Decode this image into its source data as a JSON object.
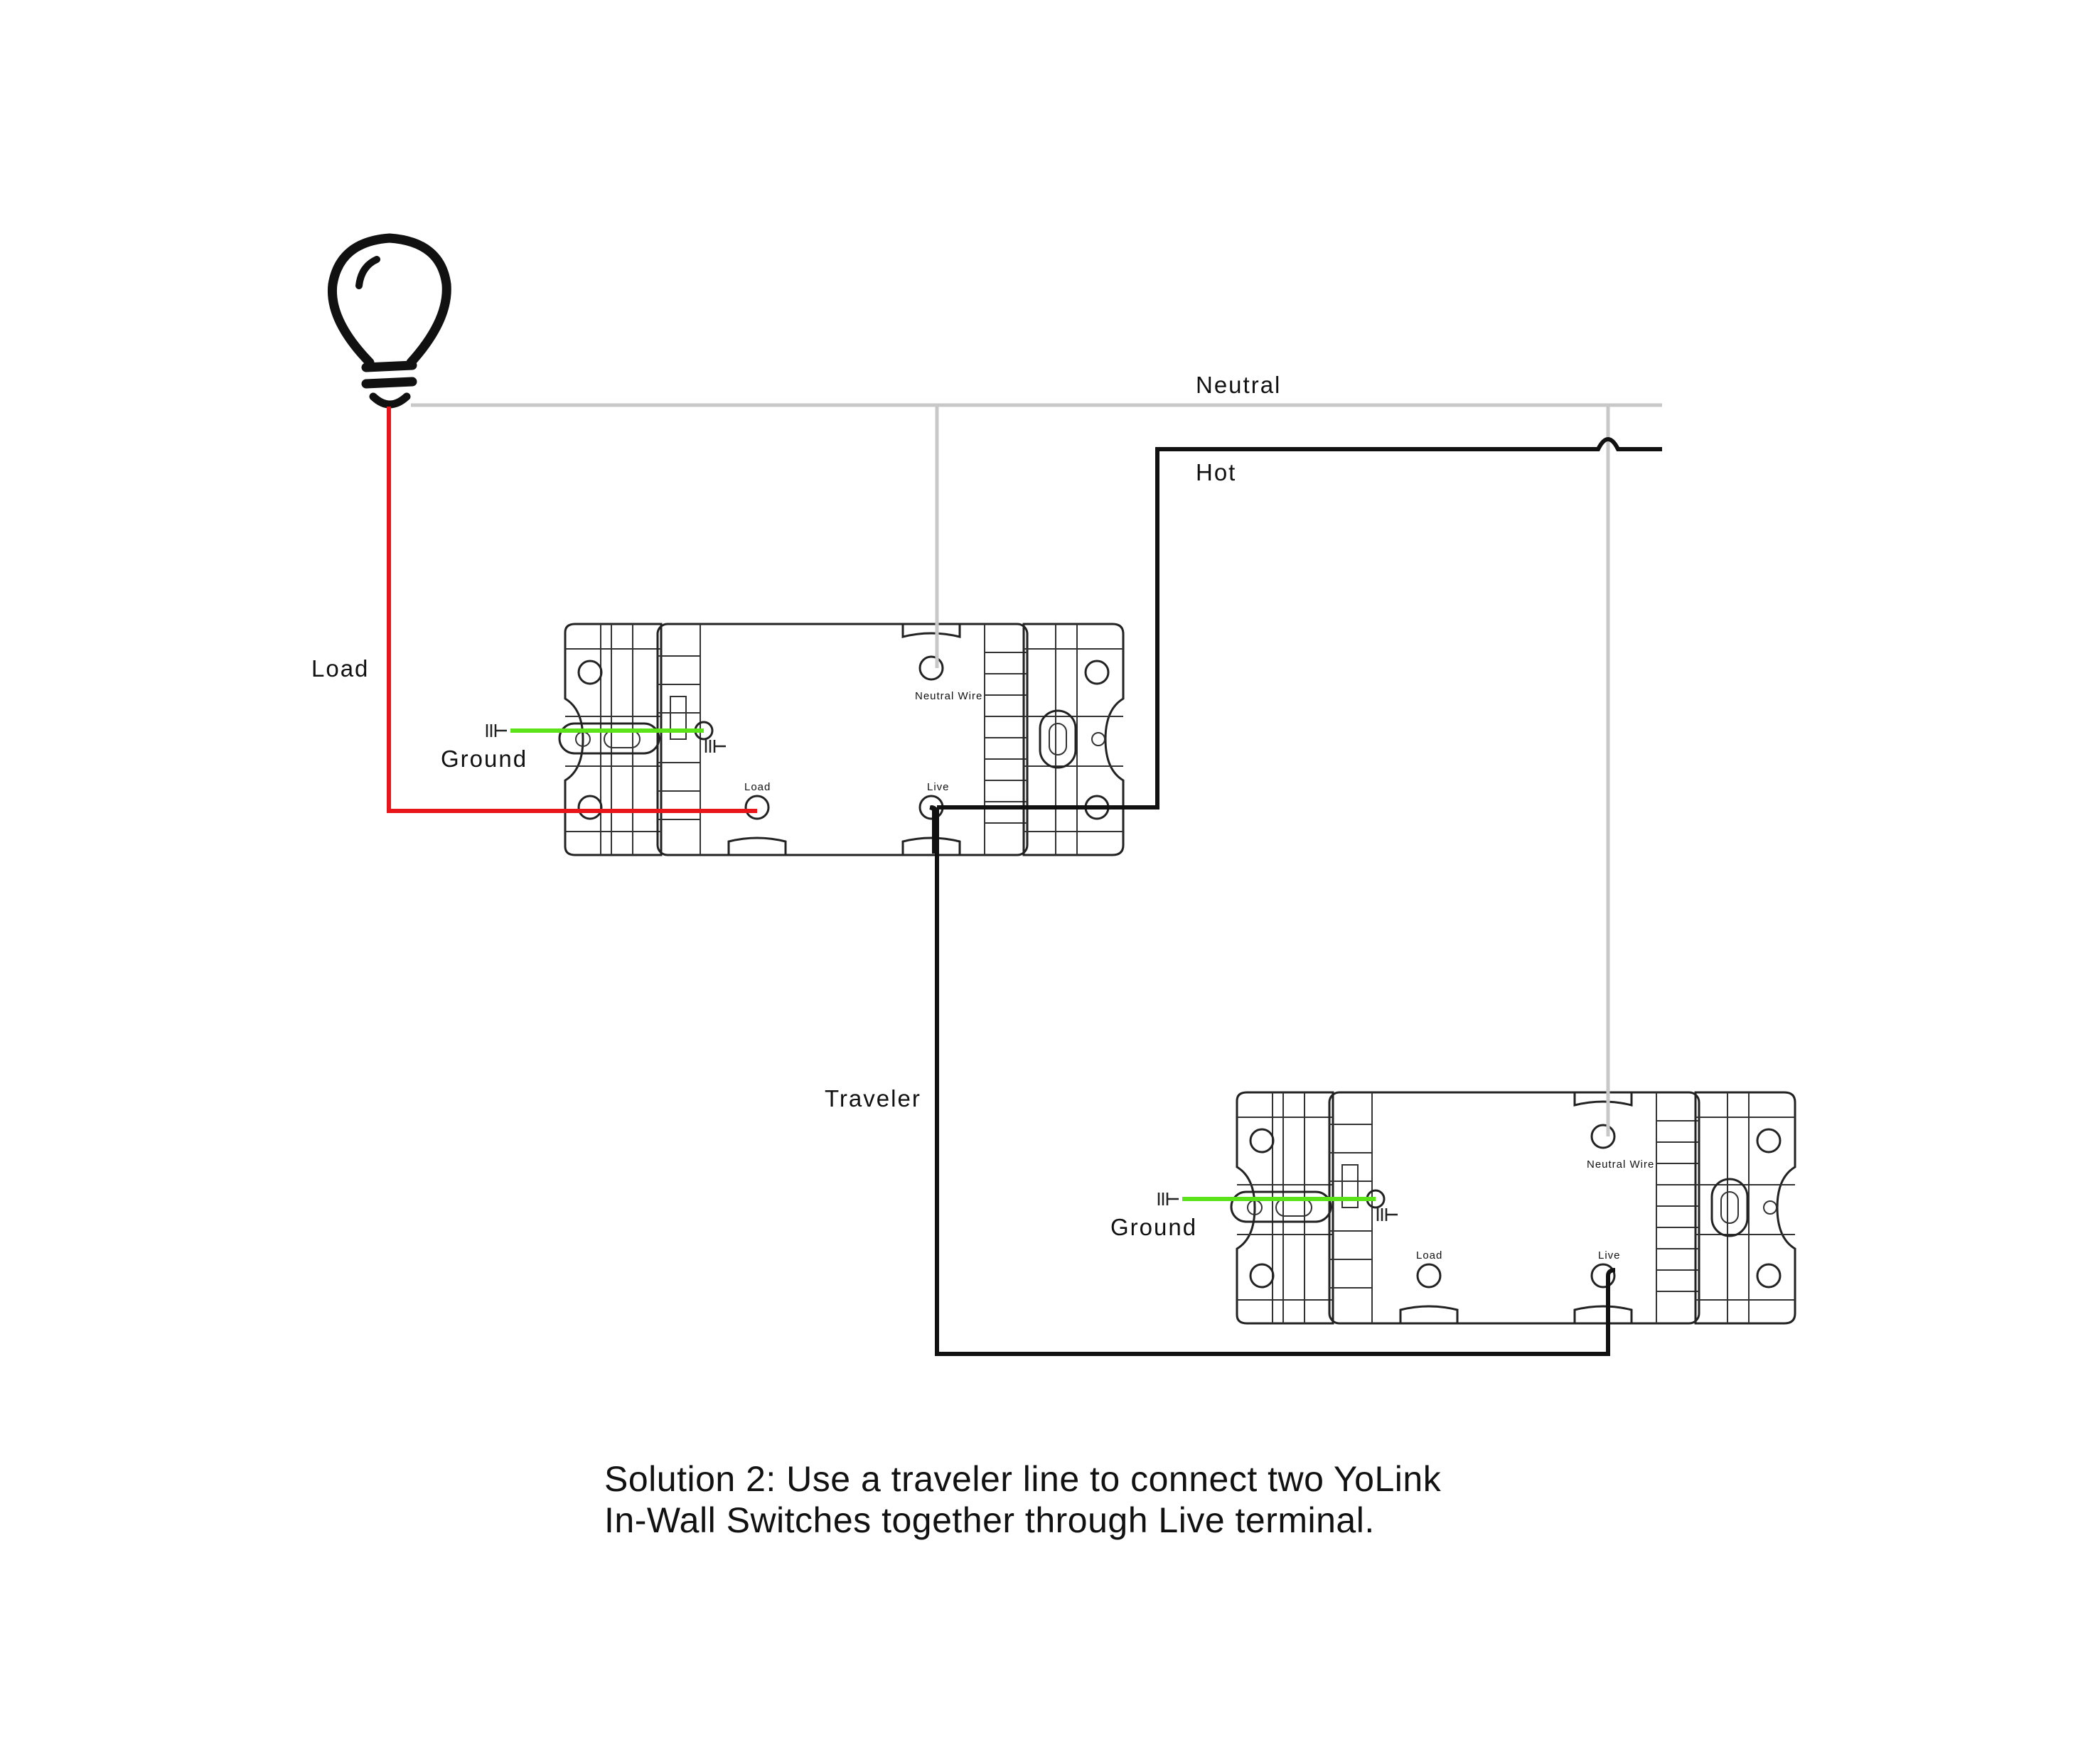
{
  "labels": {
    "neutral": "Neutral",
    "hot": "Hot",
    "load": "Load",
    "traveler": "Traveler"
  },
  "switch_1": {
    "ground_label": "Ground",
    "neutral_terminal": "Neutral Wire",
    "load_terminal": "Load",
    "live_terminal": "Live"
  },
  "switch_2": {
    "ground_label": "Ground",
    "neutral_terminal": "Neutral Wire",
    "load_terminal": "Load",
    "live_terminal": "Live"
  },
  "caption": {
    "line1": "Solution 2:  Use a traveler line to connect two YoLink",
    "line2": "In-Wall Switches together through Live terminal."
  },
  "colors": {
    "neutral_wire": "#c8c8c8",
    "hot_wire": "#111111",
    "load_wire": "#e8151b",
    "ground_wire": "#5be31a",
    "traveler_wire": "#111111"
  },
  "icons": {
    "lamp": "light-bulb-icon",
    "ground": "ground-symbol-icon"
  }
}
